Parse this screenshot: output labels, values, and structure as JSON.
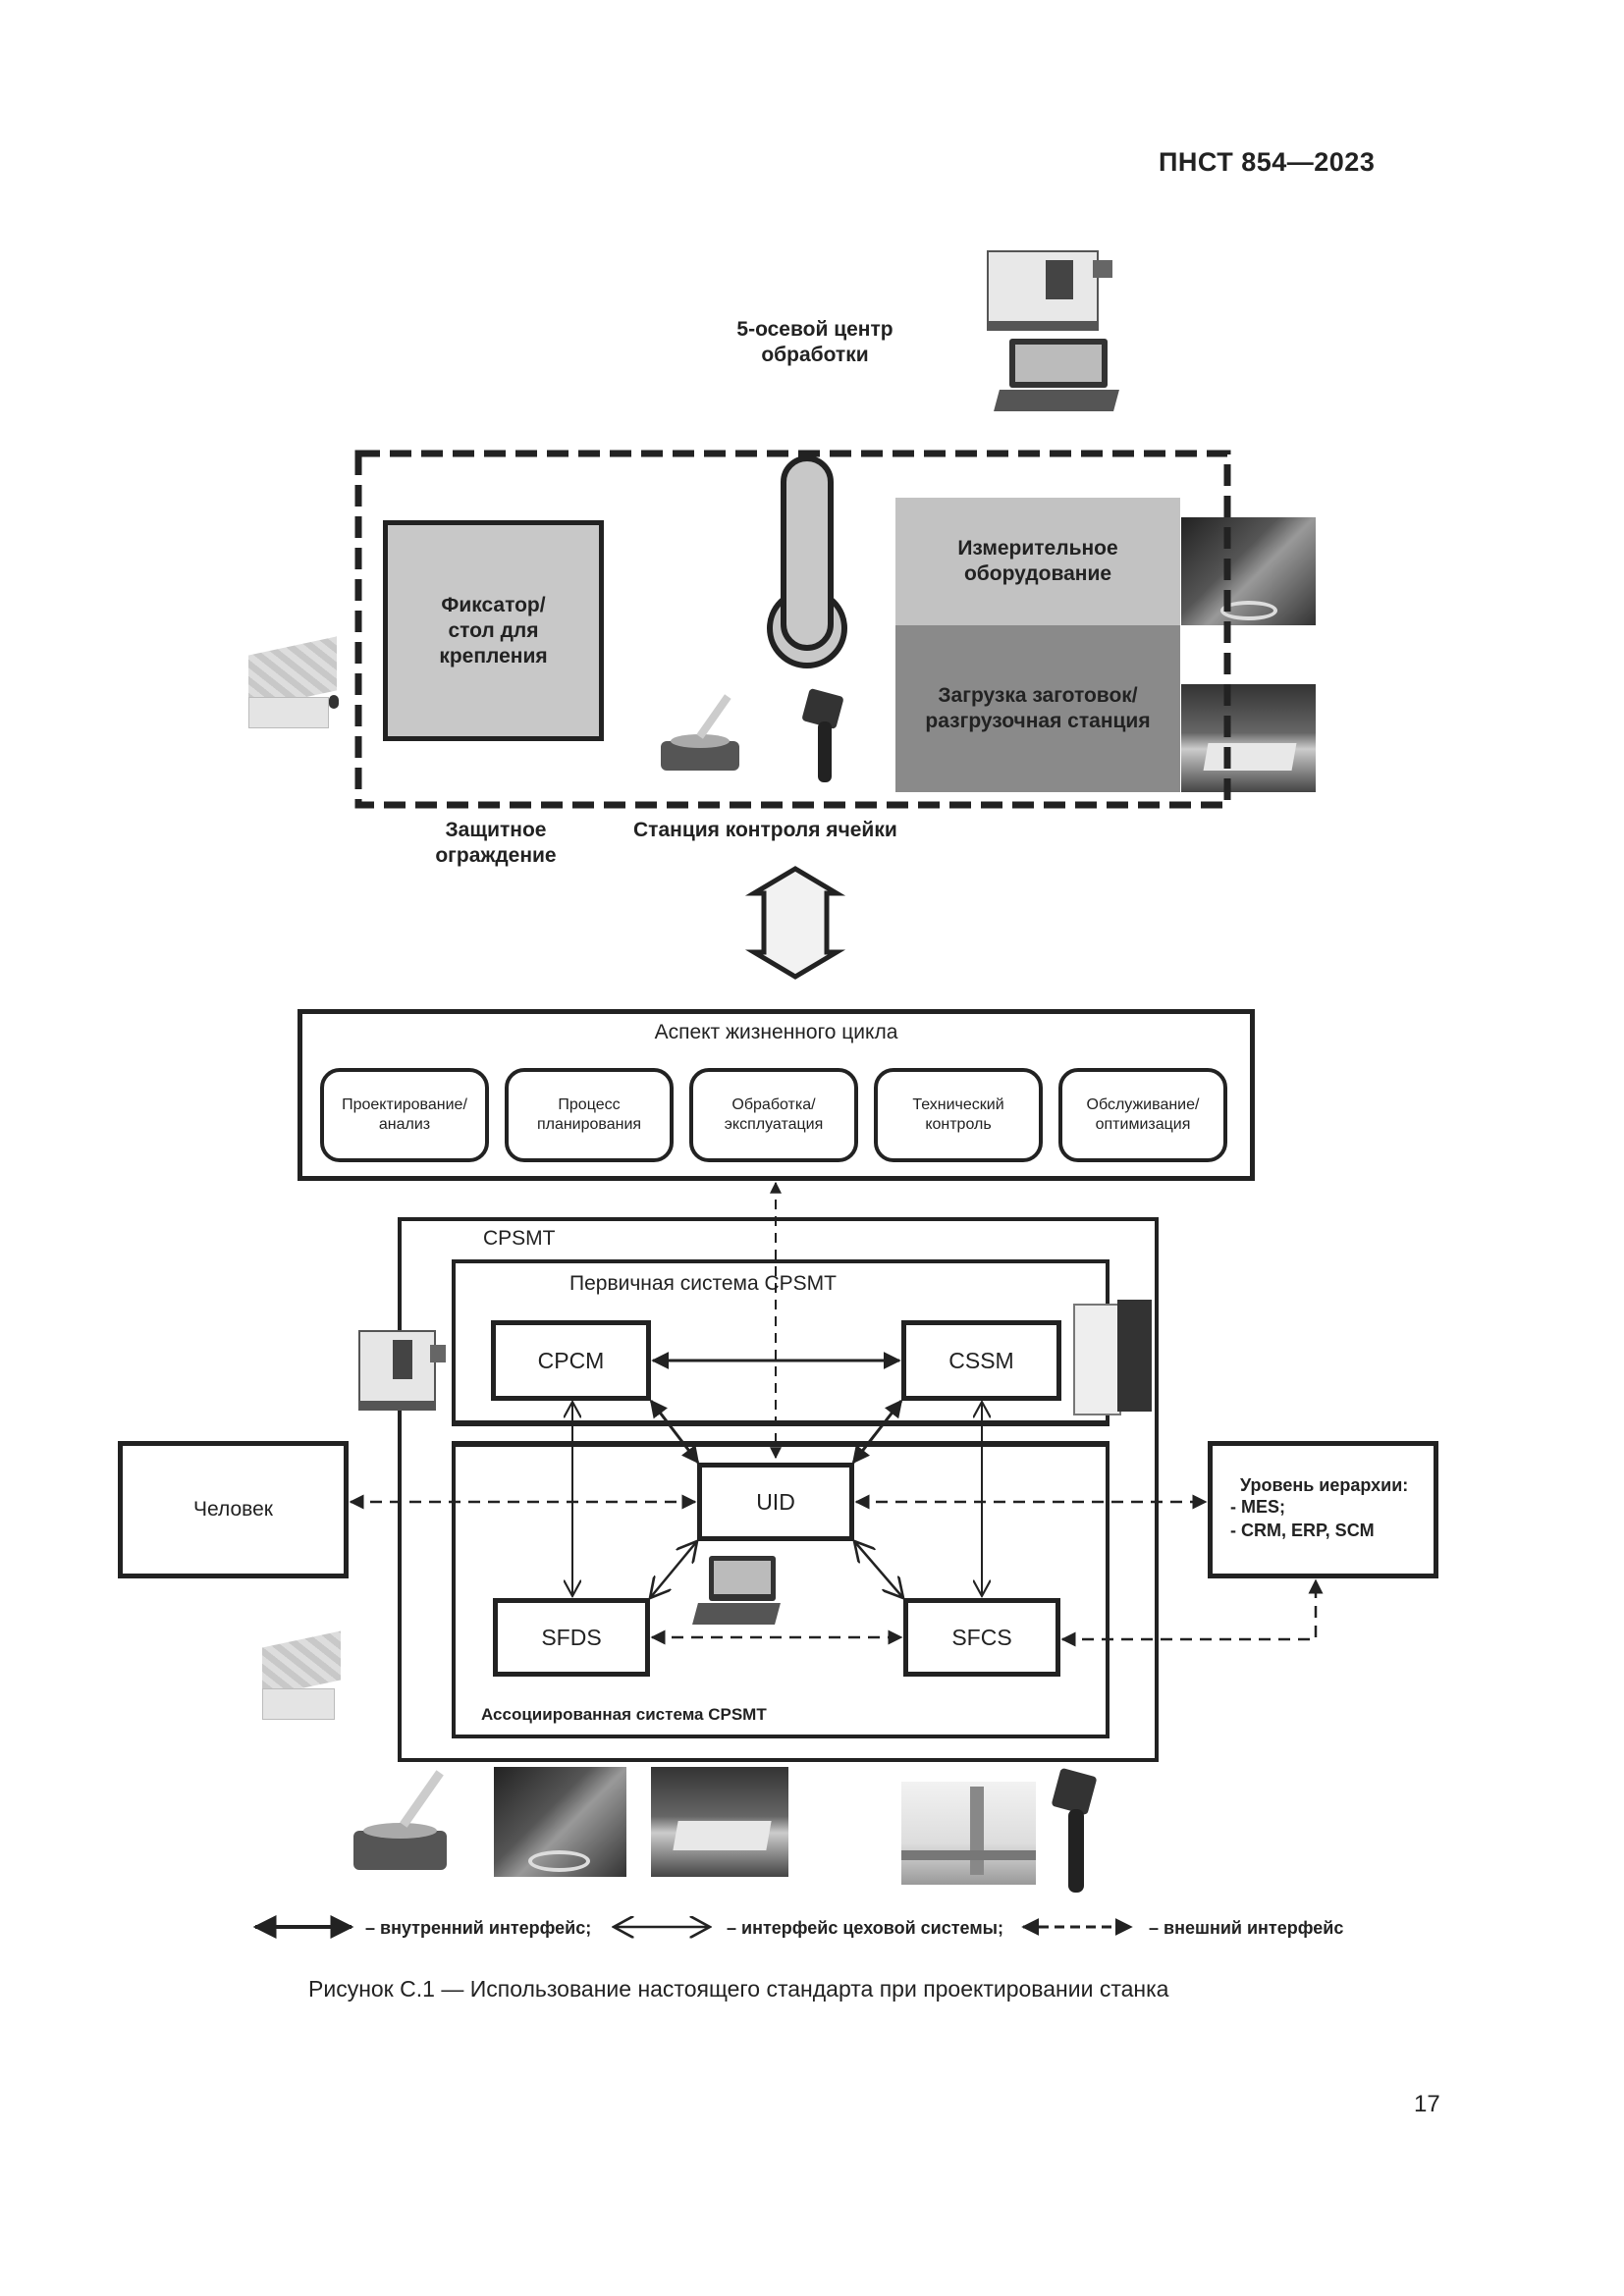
{
  "header": {
    "doc_code": "ПНСТ 854—2023"
  },
  "top_figure": {
    "machining_center": {
      "label": "5-осевой центр обработки",
      "line1": "5-осевой центр",
      "line2": "обработки",
      "icon": "cnc-machine-image"
    },
    "fixture": {
      "line1": "Фиксатор/",
      "line2": "стол для",
      "line3": "крепления",
      "fill": "#c8c8c8"
    },
    "robot_icon": "robot-arm-symbol",
    "measuring": {
      "line1": "Измерительное",
      "line2": "оборудование",
      "fill": "#c2c2c2"
    },
    "loading": {
      "line1": "Загрузка заготовок/",
      "line2": "разгрузочная станция",
      "fill": "#8a8a8a"
    },
    "guard_label": {
      "line1": "Защитное",
      "line2": "ограждение"
    },
    "cell_control_label": "Станция контроля ячейки"
  },
  "lifecycle": {
    "title": "Аспект жизненного цикла",
    "items": [
      {
        "line1": "Проектирование/",
        "line2": "анализ"
      },
      {
        "line1": "Процесс",
        "line2": "планирования"
      },
      {
        "line1": "Обработка/",
        "line2": "эксплуатация"
      },
      {
        "line1": "Технический",
        "line2": "контроль"
      },
      {
        "line1": "Обслуживание/",
        "line2": "оптимизация"
      }
    ]
  },
  "cpsmt": {
    "title": "CPSMT",
    "primary_title": "Первичная система CPSMT",
    "associated_title": "Ассоциированная система CPSMT",
    "modules": {
      "cpcm": "CPCM",
      "cssm": "CSSM",
      "uid": "UID",
      "sfds": "SFDS",
      "sfcs": "SFCS"
    },
    "human": "Человек",
    "hierarchy": {
      "title": "Уровень иерархии:",
      "line1": "- MES;",
      "line2": "- CRM, ERP, SCM"
    }
  },
  "legend": {
    "internal": "– внутренний интерфейс;",
    "shop_floor": "– интерфейс цеховой системы;",
    "external": "– внешний интерфейс"
  },
  "caption": "Рисунок С.1 — Использование настоящего стандарта при проектировании станка",
  "page_number": "17"
}
